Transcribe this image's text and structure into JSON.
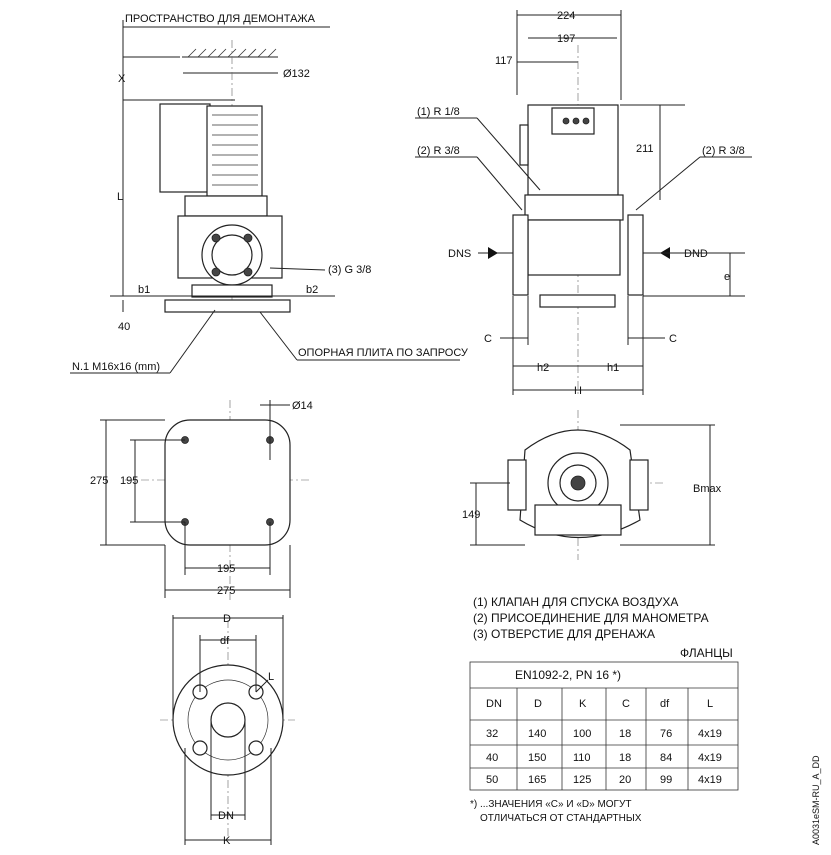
{
  "side_view": {
    "space_label": "ПРОСТРАНСТВО ДЛЯ ДЕМОНТАЖА",
    "x_label": "X",
    "diameter_label": "Ø132",
    "l_label": "L",
    "drain_label": "(3) G 3/8",
    "b1_label": "b1",
    "b2_label": "b2",
    "dim_40": "40",
    "bolt_label": "N.1 M16x16 (mm)",
    "plate_label": "ОПОРНАЯ ПЛИТА ПО ЗАПРОСУ"
  },
  "front_view": {
    "w224": "224",
    "w197": "197",
    "w117": "117",
    "h211": "211",
    "r18": "(1) R 1/8",
    "r38_left": "(2) R 3/8",
    "r38_right": "(2) R 3/8",
    "dns": "DNS",
    "dnd": "DND",
    "e": "e",
    "c_left": "C",
    "c_right": "C",
    "h2": "h2",
    "h1": "h1",
    "h": "H"
  },
  "base_view": {
    "d14": "Ø14",
    "d275v": "275",
    "d195v": "195",
    "d195h": "195",
    "d275h": "275"
  },
  "top_view": {
    "bmax": "Bmax",
    "d149": "149"
  },
  "flange_view": {
    "d": "D",
    "df": "df",
    "l": "L",
    "dn": "DN",
    "k": "K"
  },
  "notes": [
    "(1) КЛАПАН ДЛЯ СПУСКА ВОЗДУХА",
    "(2) ПРИСОЕДИНЕНИЕ ДЛЯ МАНОМЕТРА",
    "(3) ОТВЕРСТИЕ ДЛЯ ДРЕНАЖА"
  ],
  "flanges": {
    "title": "ФЛАНЦЫ",
    "standard": "EN1092-2, PN 16 *)",
    "headers": [
      "DN",
      "D",
      "K",
      "C",
      "df",
      "L"
    ],
    "rows": [
      [
        "32",
        "140",
        "100",
        "18",
        "76",
        "4x19"
      ],
      [
        "40",
        "150",
        "110",
        "18",
        "84",
        "4x19"
      ],
      [
        "50",
        "165",
        "125",
        "20",
        "99",
        "4x19"
      ]
    ],
    "footnote_1": "*) ...ЗНАЧЕНИЯ «C» И «D» МОГУТ",
    "footnote_2": "ОТЛИЧАТЬСЯ ОТ СТАНДАРТНЫХ"
  },
  "code": "A0031eSM-RU_A_DD"
}
